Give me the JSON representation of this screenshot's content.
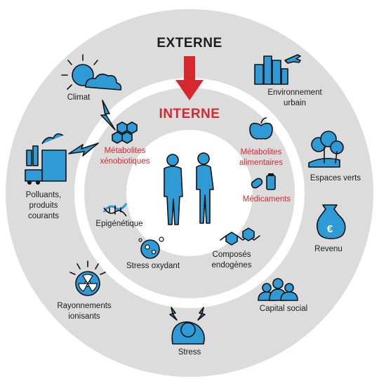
{
  "headings": {
    "external": "EXTERNE",
    "internal": "INTERNE"
  },
  "external_factors": {
    "climat": "Climat",
    "environnement_urbain": [
      "Environnement",
      "urbain"
    ],
    "espaces_verts": "Espaces verts",
    "revenu": "Revenu",
    "capital_social": "Capital social",
    "stress": "Stress",
    "rayonnements": [
      "Rayonnements",
      "ionisants"
    ],
    "polluants": [
      "Polluants,",
      "produits",
      "courants"
    ]
  },
  "internal_factors": {
    "metabolites_xeno": [
      "Métabolites",
      "xénobiotiques"
    ],
    "metabolites_alim": [
      "Métabolites",
      "alimentaires"
    ],
    "medicaments": "Médicaments",
    "epigenetique": "Epigénétique",
    "stress_oxydant": "Stress oxydant",
    "composes": [
      "Composés",
      "endogènes"
    ]
  },
  "colors": {
    "outer_ring": "#dcdcdc",
    "inner_ring": "#dcdcdc",
    "center": "#ffffff",
    "icon_blue": "#2e9bd6",
    "accent_red": "#d7282f",
    "text_dark": "#1c1c1c"
  },
  "icons": [
    "sun-cloud-icon",
    "lightning-icon",
    "city-skyline-icon",
    "trees-icon",
    "money-bag-icon",
    "people-group-icon",
    "stressed-person-icon",
    "radiation-icon",
    "factory-icon",
    "molecule-icon",
    "apple-icon",
    "pills-icon",
    "dna-icon",
    "cell-icon",
    "chemical-chain-icon",
    "couple-icon",
    "down-arrow-icon"
  ]
}
